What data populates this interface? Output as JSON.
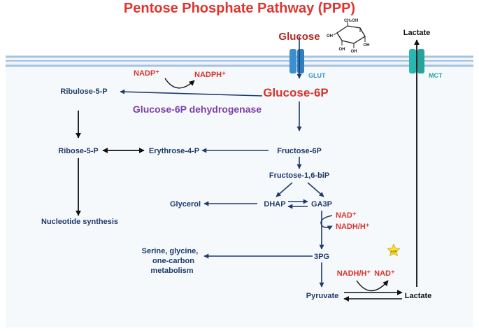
{
  "title": "Pentose Phosphate Pathway (PPP)",
  "colors": {
    "title": "#e0342f",
    "navy": "#1f3a6b",
    "red": "#d8322c",
    "purple": "#7b3fa6",
    "membrane": "#a7c3dd",
    "membrane_fill": "#eef4fa",
    "cytosol": "#f6f9fc",
    "glut": "#3b8fd0",
    "mct": "#2bb6b0"
  },
  "membrane": {
    "glut_label": "GLUT",
    "mct_label": "MCT"
  },
  "structure": {
    "ch2oh": "CH₂OH",
    "oh1": "OH",
    "oh2": "OH",
    "oh3": "OH",
    "oh4": "OH"
  },
  "nodes": {
    "glucose": "Glucose",
    "lactate_out": "Lactate",
    "glucose6p": "Glucose-6P",
    "g6pd": "Glucose-6P dehydrogenase",
    "nadp": "NADP⁺",
    "nadph": "NADPH⁺",
    "ribulose5p": "Ribulose-5-P",
    "ribose5p": "Ribose-5-P",
    "erythrose4p": "Erythrose-4-P",
    "fructose6p": "Fructose-6P",
    "fructose16bip": "Fructose-1,6-biP",
    "glycerol": "Glycerol",
    "dhap": "DHAP",
    "ga3p": "GA3P",
    "nad1": "NAD⁺",
    "nadh1": "NADH/H⁺",
    "nucleotide": "Nucleotide synthesis",
    "serine1": "Serine, glycine,",
    "serine2": "one-carbon",
    "serine3": "metabolism",
    "pg3": "3PG",
    "atp": "ATP",
    "nadh2": "NADH/H⁺",
    "nad2": "NAD⁺",
    "pyruvate": "Pyruvate",
    "lactate_in": "Lactate"
  }
}
